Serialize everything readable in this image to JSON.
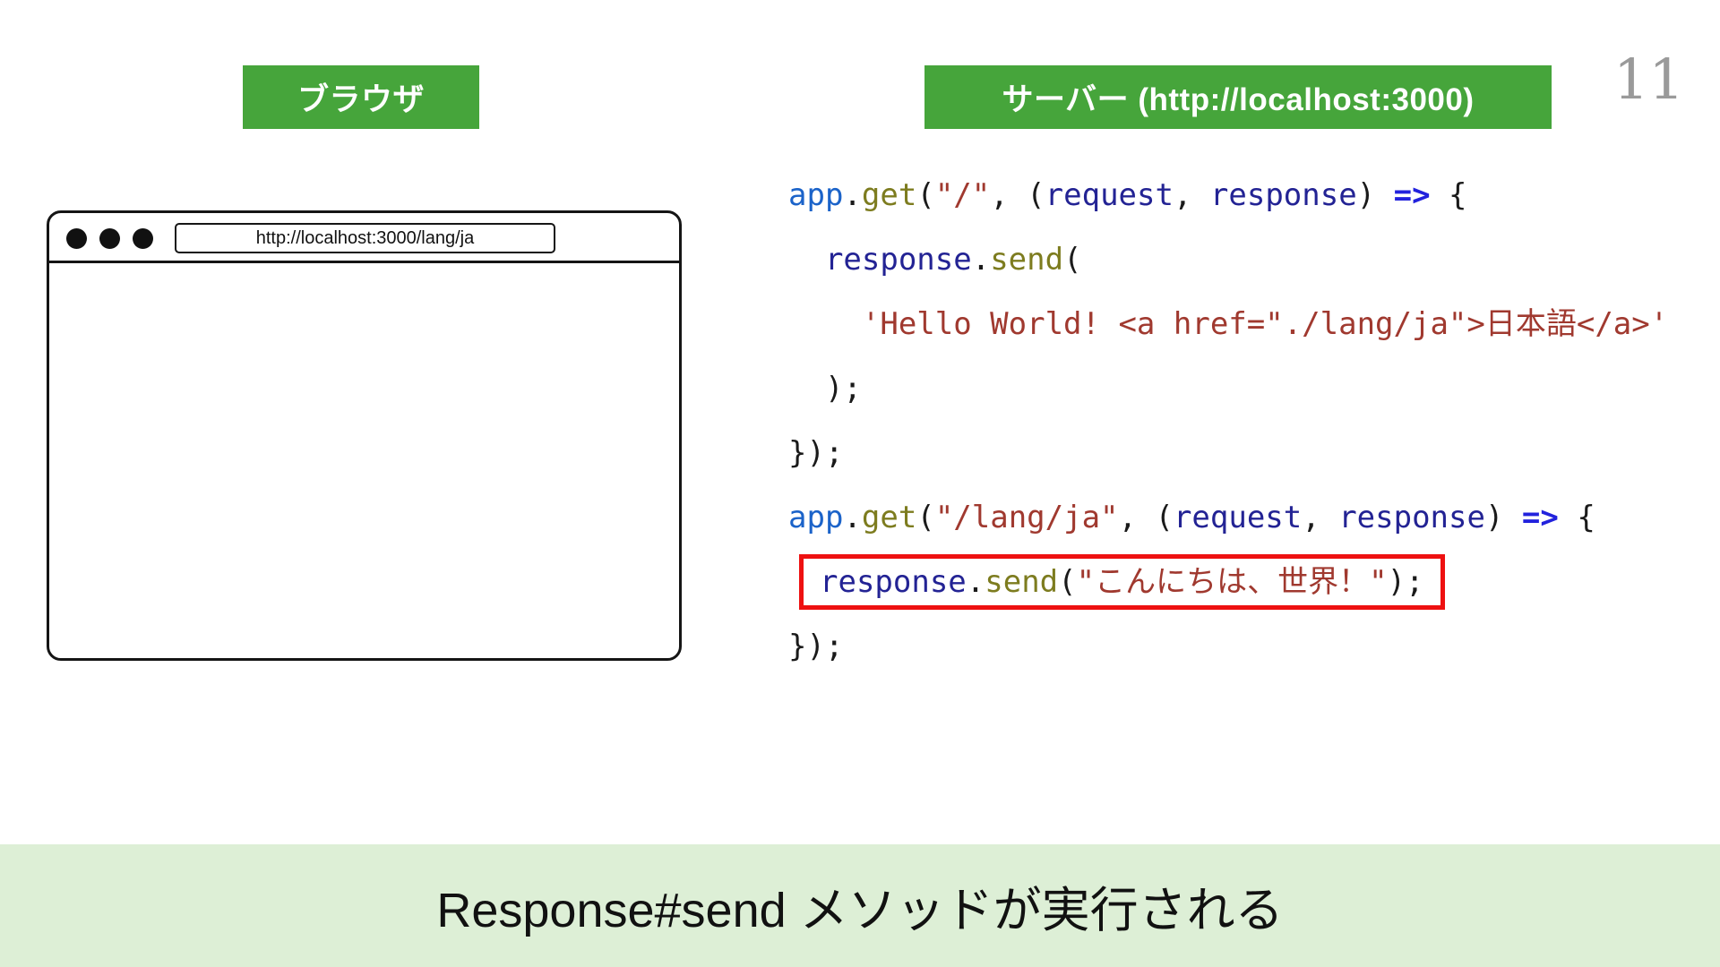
{
  "page": {
    "number": "11"
  },
  "labels": {
    "browser": "ブラウザ",
    "server": "サーバー (http://localhost:3000)"
  },
  "browser_window": {
    "url": "http://localhost:3000/lang/ja",
    "window_dots": 3
  },
  "code": {
    "lines": [
      {
        "highlight": false,
        "tokens": [
          {
            "t": "app",
            "c": "blue"
          },
          {
            "t": ".",
            "c": "plain"
          },
          {
            "t": "get",
            "c": "olive"
          },
          {
            "t": "(",
            "c": "plain"
          },
          {
            "t": "\"/\"",
            "c": "string"
          },
          {
            "t": ", (",
            "c": "plain"
          },
          {
            "t": "request",
            "c": "navy"
          },
          {
            "t": ", ",
            "c": "plain"
          },
          {
            "t": "response",
            "c": "navy"
          },
          {
            "t": ") ",
            "c": "plain"
          },
          {
            "t": "=>",
            "c": "arrow"
          },
          {
            "t": " {",
            "c": "plain"
          }
        ]
      },
      {
        "highlight": false,
        "tokens": [
          {
            "t": "  ",
            "c": "plain"
          },
          {
            "t": "response",
            "c": "navy"
          },
          {
            "t": ".",
            "c": "plain"
          },
          {
            "t": "send",
            "c": "olive"
          },
          {
            "t": "(",
            "c": "plain"
          }
        ]
      },
      {
        "highlight": false,
        "tokens": [
          {
            "t": "    ",
            "c": "plain"
          },
          {
            "t": "'Hello World! <a href=\"./lang/ja\">日本語</a>'",
            "c": "string"
          }
        ]
      },
      {
        "highlight": false,
        "tokens": [
          {
            "t": "  );",
            "c": "plain"
          }
        ]
      },
      {
        "highlight": false,
        "tokens": [
          {
            "t": "});",
            "c": "plain"
          }
        ]
      },
      {
        "highlight": false,
        "tokens": [
          {
            "t": "app",
            "c": "blue"
          },
          {
            "t": ".",
            "c": "plain"
          },
          {
            "t": "get",
            "c": "olive"
          },
          {
            "t": "(",
            "c": "plain"
          },
          {
            "t": "\"/lang/ja\"",
            "c": "string"
          },
          {
            "t": ", (",
            "c": "plain"
          },
          {
            "t": "request",
            "c": "navy"
          },
          {
            "t": ", ",
            "c": "plain"
          },
          {
            "t": "response",
            "c": "navy"
          },
          {
            "t": ") ",
            "c": "plain"
          },
          {
            "t": "=>",
            "c": "arrow"
          },
          {
            "t": " {",
            "c": "plain"
          }
        ]
      },
      {
        "highlight": true,
        "tokens": [
          {
            "t": "response",
            "c": "navy"
          },
          {
            "t": ".",
            "c": "plain"
          },
          {
            "t": "send",
            "c": "olive"
          },
          {
            "t": "(",
            "c": "plain"
          },
          {
            "t": "\"こんにちは、世界！\"",
            "c": "string"
          },
          {
            "t": ");",
            "c": "plain"
          }
        ]
      },
      {
        "highlight": false,
        "tokens": [
          {
            "t": "});",
            "c": "plain"
          }
        ]
      }
    ]
  },
  "footer": {
    "text": "Response#send メソッドが実行される"
  },
  "colors": {
    "label_bg": "#46a53b",
    "footer_bg": "#ddefd6",
    "highlight_border": "#ee1111",
    "page_number": "#9a9a9a",
    "token": {
      "plain": "#1a1a1a",
      "blue": "#1b63c9",
      "olive": "#7d7c1f",
      "string": "#a0392f",
      "navy": "#232394",
      "arrow": "#2222dd"
    }
  }
}
